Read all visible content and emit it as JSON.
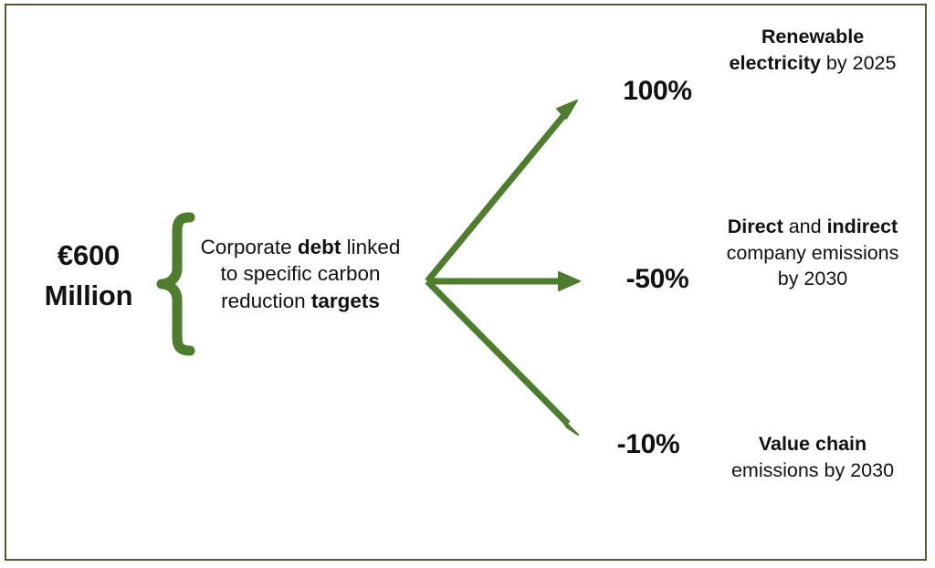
{
  "theme": {
    "background": "#ffffff",
    "frame_color": "#4a5d35",
    "accent_green": "#4e7d2e",
    "text_color": "#111111"
  },
  "source": {
    "amount_line1": "€600",
    "amount_line2": "Million",
    "description_prefix": "Corporate ",
    "description_bold1": "debt",
    "description_middle": " linked to specific carbon reduction ",
    "description_bold2": "targets"
  },
  "branches": [
    {
      "percent": "100%",
      "bold_lead": "Renewable electricity",
      "rest": " by 2025"
    },
    {
      "percent": "-50%",
      "bold_lead": "Direct",
      "mid": " and ",
      "bold_second": "indirect",
      "rest": " company emissions by 2030"
    },
    {
      "percent": "-10%",
      "bold_lead": "Value chain",
      "rest": " emissions by 2030"
    }
  ],
  "icons": {
    "brace": "curly-brace",
    "arrow_up": "arrow-up-right",
    "arrow_right": "arrow-right",
    "arrow_down": "arrow-down-right"
  }
}
